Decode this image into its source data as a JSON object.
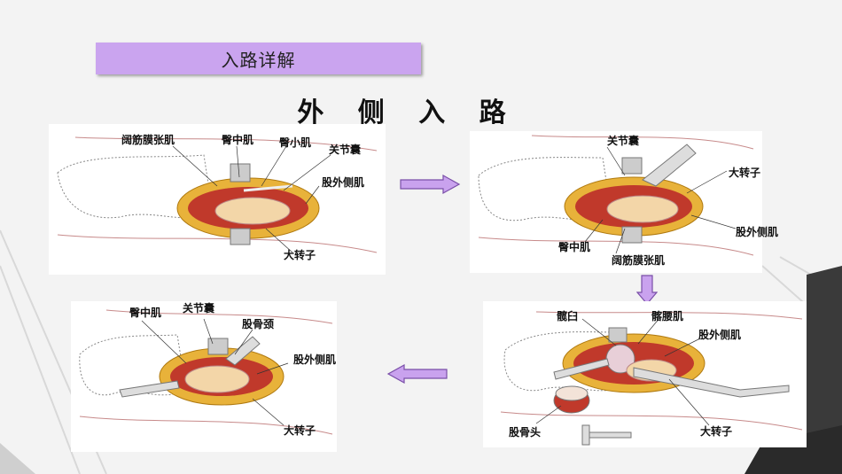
{
  "header": {
    "label": "入路详解"
  },
  "title": "外 侧 入 路",
  "colors": {
    "header_bg": "#caa4ef",
    "arrow_fill": "#c9a2ee",
    "arrow_stroke": "#7a4fa8"
  },
  "panels": {
    "top_left": {
      "labels": [
        "阔筋膜张肌",
        "臀中肌",
        "臀小肌",
        "关节囊",
        "股外侧肌",
        "大转子"
      ]
    },
    "top_right": {
      "labels": [
        "关节囊",
        "大转子",
        "股外侧肌",
        "臀中肌",
        "阔筋膜张肌"
      ]
    },
    "bottom_right": {
      "labels": [
        "髋臼",
        "髂腰肌",
        "股外侧肌",
        "股骨头",
        "大转子"
      ]
    },
    "bottom_left": {
      "labels": [
        "臀中肌",
        "关节囊",
        "股骨颈",
        "股外侧肌",
        "大转子"
      ]
    }
  }
}
